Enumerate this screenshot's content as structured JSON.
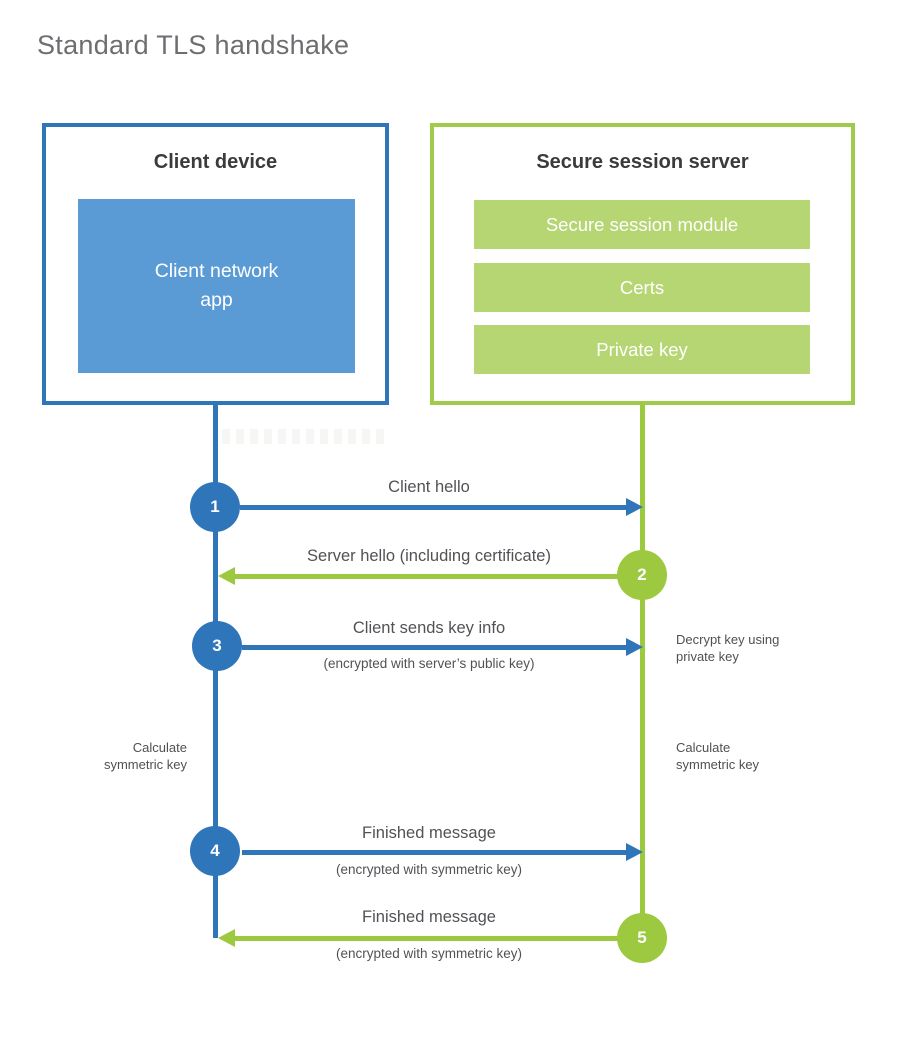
{
  "title": "Standard TLS handshake",
  "colors": {
    "blue": "#2e75b9",
    "blue_fill": "#5b9bd5",
    "green": "#9cc93f",
    "green_border": "#a0cb4a",
    "green_fill": "#b6d573",
    "heading_text": "#3a3b3d",
    "label_text": "#515256",
    "title_text": "#6d6e71"
  },
  "client": {
    "title": "Client device",
    "app_lines": [
      "Client network",
      "app"
    ]
  },
  "server": {
    "title": "Secure session server",
    "modules": [
      "Secure session module",
      "Certs",
      "Private key"
    ]
  },
  "steps": [
    {
      "num": "1",
      "label": "Client hello",
      "sub": ""
    },
    {
      "num": "2",
      "label": "Server hello (including certificate)",
      "sub": ""
    },
    {
      "num": "3",
      "label": "Client sends key info",
      "sub": "(encrypted with server’s public key)"
    },
    {
      "num": "4",
      "label": "Finished message",
      "sub": "(encrypted with symmetric key)"
    },
    {
      "num": "5",
      "label": "Finished message",
      "sub": "(encrypted with symmetric key)"
    }
  ],
  "notes": {
    "decrypt_lines": [
      "Decrypt key using",
      "private key"
    ],
    "calc_left_lines": [
      "Calculate",
      "symmetric key"
    ],
    "calc_right_lines": [
      "Calculate",
      "symmetric key"
    ]
  }
}
